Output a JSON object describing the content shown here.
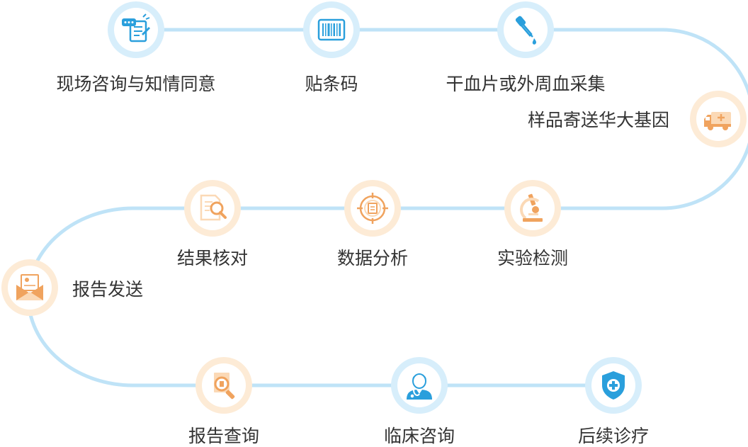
{
  "steps": [
    {
      "label": "现场咨询与知情同意",
      "icon": "consult-form-icon",
      "theme": "blue"
    },
    {
      "label": "贴条码",
      "icon": "barcode-icon",
      "theme": "blue"
    },
    {
      "label": "干血片或外周血采集",
      "icon": "dropper-icon",
      "theme": "blue"
    },
    {
      "label": "样品寄送华大基因",
      "icon": "ambulance-icon",
      "theme": "orange"
    },
    {
      "label": "实验检测",
      "icon": "microscope-icon",
      "theme": "orange"
    },
    {
      "label": "数据分析",
      "icon": "target-document-icon",
      "theme": "orange"
    },
    {
      "label": "结果核对",
      "icon": "document-search-icon",
      "theme": "orange"
    },
    {
      "label": "报告发送",
      "icon": "envelope-icon",
      "theme": "orange"
    },
    {
      "label": "报告查询",
      "icon": "report-search-icon",
      "theme": "orange"
    },
    {
      "label": "临床咨询",
      "icon": "doctor-icon",
      "theme": "blue"
    },
    {
      "label": "后续诊疗",
      "icon": "shield-cross-icon",
      "theme": "blue"
    }
  ],
  "colors": {
    "path": "#bfe3f7",
    "blue_accent": "#2a9fdc",
    "orange_accent": "#f0a35e",
    "text": "#333333"
  }
}
